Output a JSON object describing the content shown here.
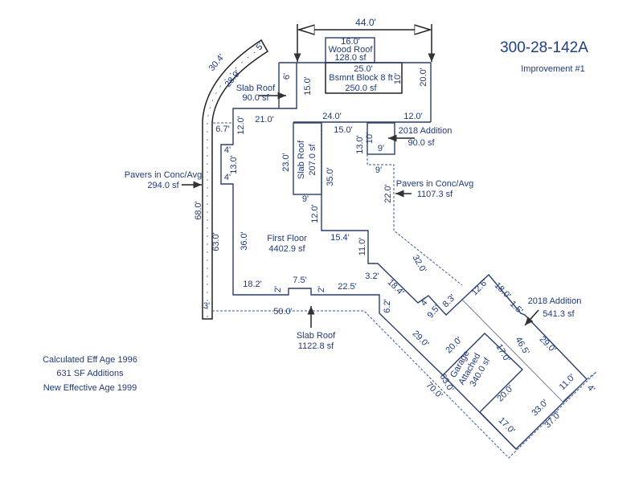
{
  "header": {
    "parcel_id": "300-28-142A",
    "improvement": "Improvement #1"
  },
  "areas": {
    "wood_roof": {
      "label": "Wood Roof",
      "area": "128.0 sf"
    },
    "basement": {
      "label": "Bsmnt Block 8 ft",
      "area": "250.0 sf"
    },
    "slab_roof_1": {
      "label": "Slab Roof",
      "area": "90.0 sf"
    },
    "addition_1": {
      "label": "2018 Addition",
      "area": "90.0 sf"
    },
    "slab_roof_2": {
      "label": "Slab Roof",
      "area": "207.0 sf"
    },
    "pavers_1": {
      "label": "Pavers in Conc/Avg",
      "area": "294.0 sf"
    },
    "pavers_2": {
      "label": "Pavers in Conc/Avg",
      "area": "1107.3 sf"
    },
    "first_floor": {
      "label": "First Floor",
      "area": "4402.9 sf"
    },
    "slab_roof_3": {
      "label": "Slab Roof",
      "area": "1122.8 sf"
    },
    "addition_2": {
      "label": "2018 Addition",
      "area": "541.3 sf"
    },
    "garage": {
      "label": "Garage",
      "label2": "Attached",
      "area": "340.0 sf"
    }
  },
  "notes": [
    "Calculated Eff Age 1996",
    "631 SF Additions",
    "New Effective Age 1999"
  ],
  "dimensions": [
    "44.0'",
    "16.0'",
    "25.0'",
    "10'",
    "6'",
    "15.0'",
    "20.0'",
    "28.9'",
    "30.4'",
    "5'",
    "21.0'",
    "24.0'",
    "12.0'",
    "6.7'",
    "12.0'",
    "15.0'",
    "13.0'",
    "10'",
    "9'",
    "23.0'",
    "35.0'",
    "9'",
    "22.0'",
    "9'",
    "12.0'",
    "4'",
    "13.0'",
    "4'",
    "36.0'",
    "68.0'",
    "63.0'",
    "3'",
    "15.4'",
    "11.0'",
    "32.0'",
    "18.2'",
    "2'",
    "7.5'",
    "2'",
    "22.5'",
    "3.2'",
    "18.4'",
    "4'",
    "9.5'",
    "8.3'",
    "6.2'",
    "50.0'",
    "12.6'",
    "18.0'",
    "1.5'",
    "29.0'",
    "20.0'",
    "17.0'",
    "46.5'",
    "29.0'",
    "63.0'",
    "70.0'",
    "20.0'",
    "11.0'",
    "4'",
    "33.0'",
    "37.0'",
    "17.0'"
  ]
}
